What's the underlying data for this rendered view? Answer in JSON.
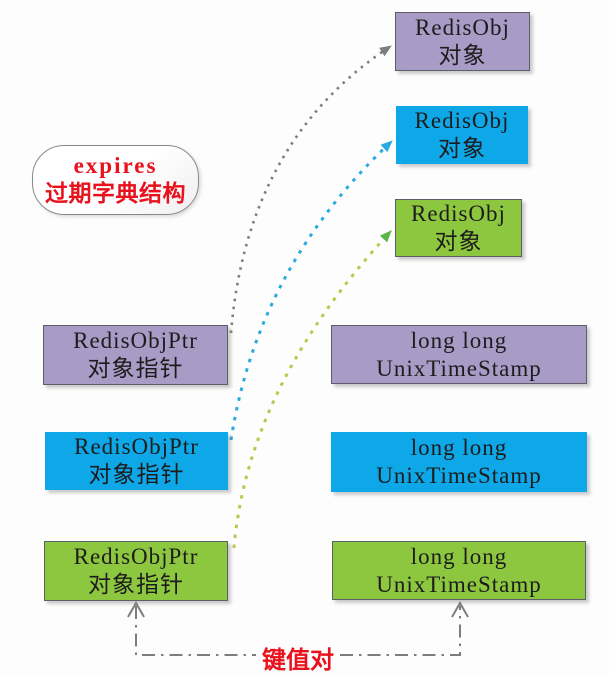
{
  "bubble": {
    "line1": "expires",
    "line2": "过期字典结构"
  },
  "kv_label": "键值对",
  "boxes": {
    "obj": [
      {
        "line1": "RedisObj",
        "line2": "对象"
      },
      {
        "line1": "RedisObj",
        "line2": "对象"
      },
      {
        "line1": "RedisObj",
        "line2": "对象"
      }
    ],
    "ptr": [
      {
        "line1": "RedisObjPtr",
        "line2": "对象指针"
      },
      {
        "line1": "RedisObjPtr",
        "line2": "对象指针"
      },
      {
        "line1": "RedisObjPtr",
        "line2": "对象指针"
      }
    ],
    "ts": [
      {
        "line1": "long long",
        "line2": "UnixTimeStamp"
      },
      {
        "line1": "long long",
        "line2": "UnixTimeStamp"
      },
      {
        "line1": "long long",
        "line2": "UnixTimeStamp"
      }
    ]
  },
  "colors": {
    "purple": "#a89bc6",
    "blue": "#0ea7e8",
    "green": "#8dc73f",
    "red": "#e8111c",
    "arrow_gray": "#7d7d7d",
    "arrow_blue": "#29abe2",
    "arrow_olive": "#b9c94f",
    "arrow_green_head": "#5cb648"
  }
}
